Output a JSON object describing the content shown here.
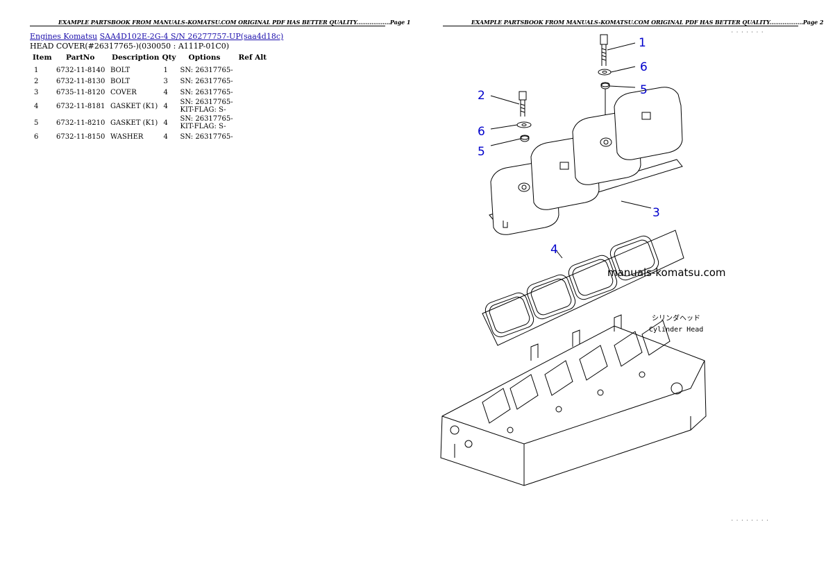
{
  "page1": {
    "header": "EXAMPLE PARTSBOOK FROM MANUALS-KOMATSU.COM ORIGINAL PDF HAS BETTER QUALITY..................Page 1",
    "breadcrumb": {
      "link1": "Engines Komatsu",
      "link2": "SAA4D102E-2G-4 S/N 26277757-UP(saa4d18c)"
    },
    "subtitle": "HEAD COVER(#26317765-)(030050 : A111P-01C0)",
    "table": {
      "headers": [
        "Item",
        "PartNo",
        "Description",
        "Qty",
        "Options",
        "Ref Alt"
      ],
      "rows": [
        {
          "item": "1",
          "part": "6732-11-8140",
          "desc": "BOLT",
          "qty": "1",
          "opt": "SN: 26317765-"
        },
        {
          "item": "2",
          "part": "6732-11-8130",
          "desc": "BOLT",
          "qty": "3",
          "opt": "SN: 26317765-"
        },
        {
          "item": "3",
          "part": "6735-11-8120",
          "desc": "COVER",
          "qty": "4",
          "opt": "SN: 26317765-"
        },
        {
          "item": "4",
          "part": "6732-11-8181",
          "desc": "GASKET (K1)",
          "qty": "4",
          "opt": "SN: 26317765-\nKIT-FLAG: S-"
        },
        {
          "item": "5",
          "part": "6732-11-8210",
          "desc": "GASKET (K1)",
          "qty": "4",
          "opt": "SN: 26317765-\nKIT-FLAG: S-"
        },
        {
          "item": "6",
          "part": "6732-11-8150",
          "desc": "WASHER",
          "qty": "4",
          "opt": "SN: 26317765-"
        }
      ]
    }
  },
  "page2": {
    "header": "EXAMPLE PARTSBOOK FROM MANUALS-KOMATSU.COM ORIGINAL PDF HAS BETTER QUALITY..................Page 2",
    "drawing": {
      "callouts": [
        "1",
        "6",
        "5",
        "2",
        "6",
        "5",
        "3",
        "4"
      ],
      "watermark": "manuals-komatsu.com",
      "jp_label": "シリンダヘッド",
      "en_label": "Cylinder Head",
      "top_code": "· · · · · · ·",
      "bottom_code": "· · · · · · · ·"
    }
  }
}
